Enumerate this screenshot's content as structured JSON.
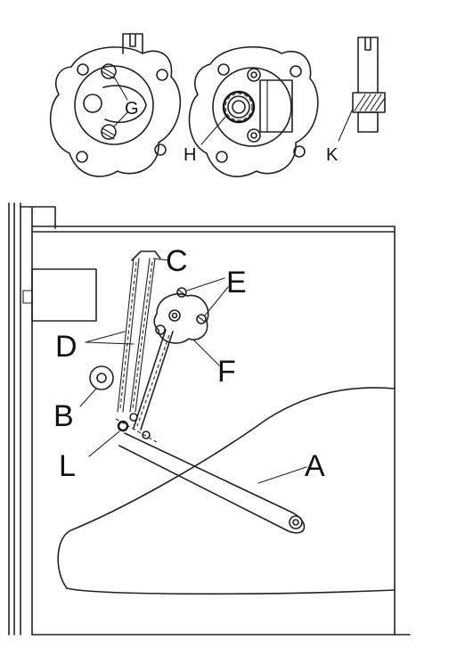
{
  "labels": {
    "G": "G",
    "H": "H",
    "K": "K",
    "A": "A",
    "B": "B",
    "C": "C",
    "D": "D",
    "E": "E",
    "F": "F",
    "L": "L"
  },
  "ink_color": "#222222"
}
